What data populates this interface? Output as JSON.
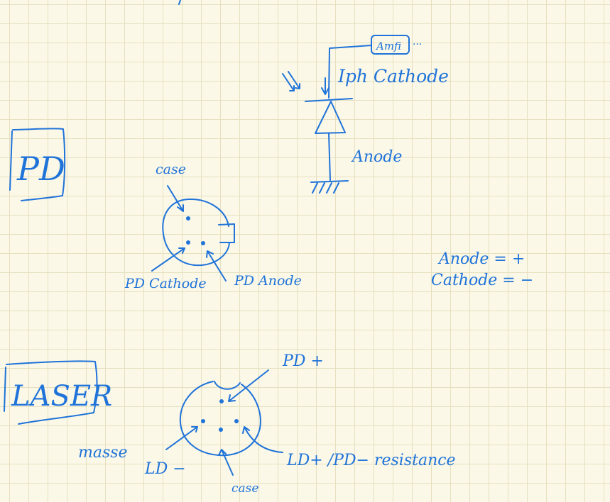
{
  "ink_color": "#1f73d9",
  "paper_color": "#fbf8e7",
  "grid_color": "#e6e0bf",
  "labels": {
    "pd_box": "PD",
    "laser_box": "LASER",
    "amp": "Amfi",
    "amp_dots": "···",
    "iph_cathode": "Iph Cathode",
    "anode_schematic": "Anode",
    "pd_case": "case",
    "pd_cathode": "PD Cathode",
    "pd_anode": "PD Anode",
    "legend_anode": "Anode = +",
    "legend_cathode": "Cathode = −",
    "pd_plus": "PD +",
    "masse": "masse",
    "ld_minus": "LD −",
    "ld_plus_pd_minus": "LD+ /PD− resistance",
    "laser_case": "case"
  }
}
